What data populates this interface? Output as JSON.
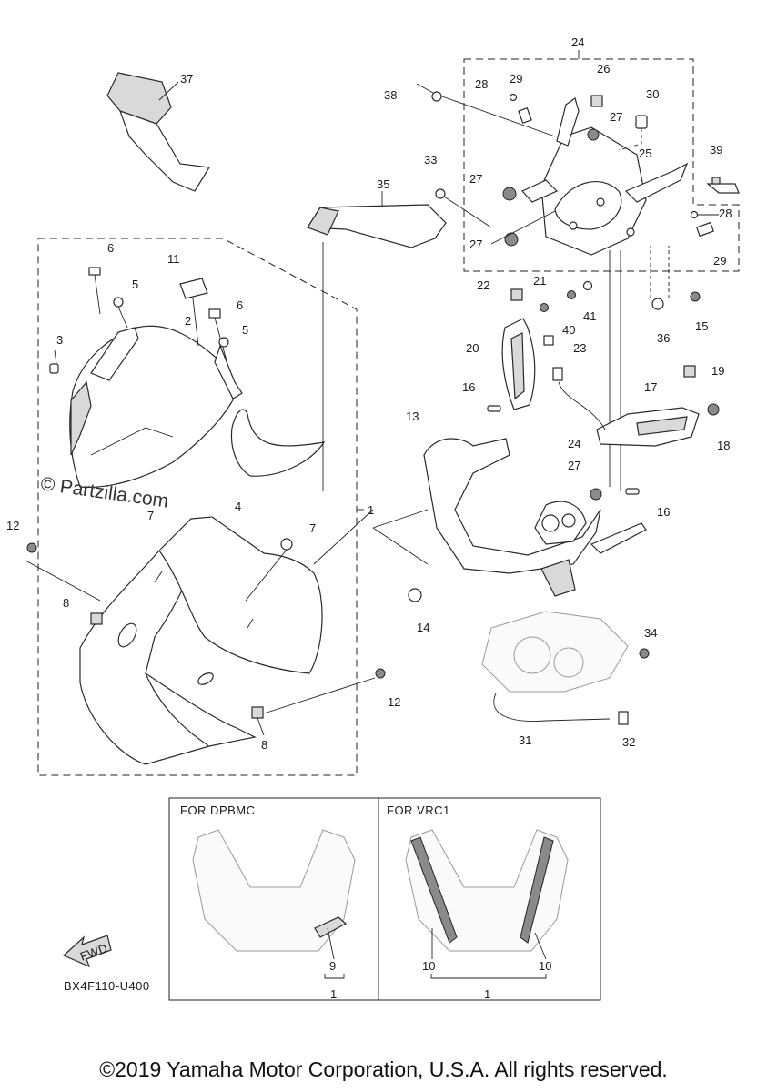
{
  "diagram": {
    "code": "BX4F110-U400",
    "watermark": "© Partzilla.com",
    "fwd_label": "FWD",
    "variants": {
      "left": "FOR DPBMC",
      "right": "FOR VRC1"
    },
    "callouts": {
      "c1a": "1",
      "c1b": "1",
      "c1c": "1",
      "c2": "2",
      "c3": "3",
      "c4": "4",
      "c5a": "5",
      "c5b": "5",
      "c6a": "6",
      "c6b": "6",
      "c7a": "7",
      "c7b": "7",
      "c8a": "8",
      "c8b": "8",
      "c9": "9",
      "c10a": "10",
      "c10b": "10",
      "c11": "11",
      "c12a": "12",
      "c12b": "12",
      "c13": "13",
      "c14": "14",
      "c15": "15",
      "c16a": "16",
      "c16b": "16",
      "c17": "17",
      "c18": "18",
      "c19": "19",
      "c20": "20",
      "c21": "21",
      "c22": "22",
      "c23": "23",
      "c24a": "24",
      "c24b": "24",
      "c25": "25",
      "c26": "26",
      "c27a": "27",
      "c27b": "27",
      "c27c": "27",
      "c27d": "27",
      "c28a": "28",
      "c28b": "28",
      "c29a": "29",
      "c29b": "29",
      "c30": "30",
      "c31": "31",
      "c32": "32",
      "c33": "33",
      "c34": "34",
      "c35": "35",
      "c36": "36",
      "c37": "37",
      "c38": "38",
      "c39": "39",
      "c40": "40",
      "c41": "41"
    }
  },
  "footer": {
    "copyright": "©2019 Yamaha Motor Corporation, U.S.A. All rights reserved."
  }
}
